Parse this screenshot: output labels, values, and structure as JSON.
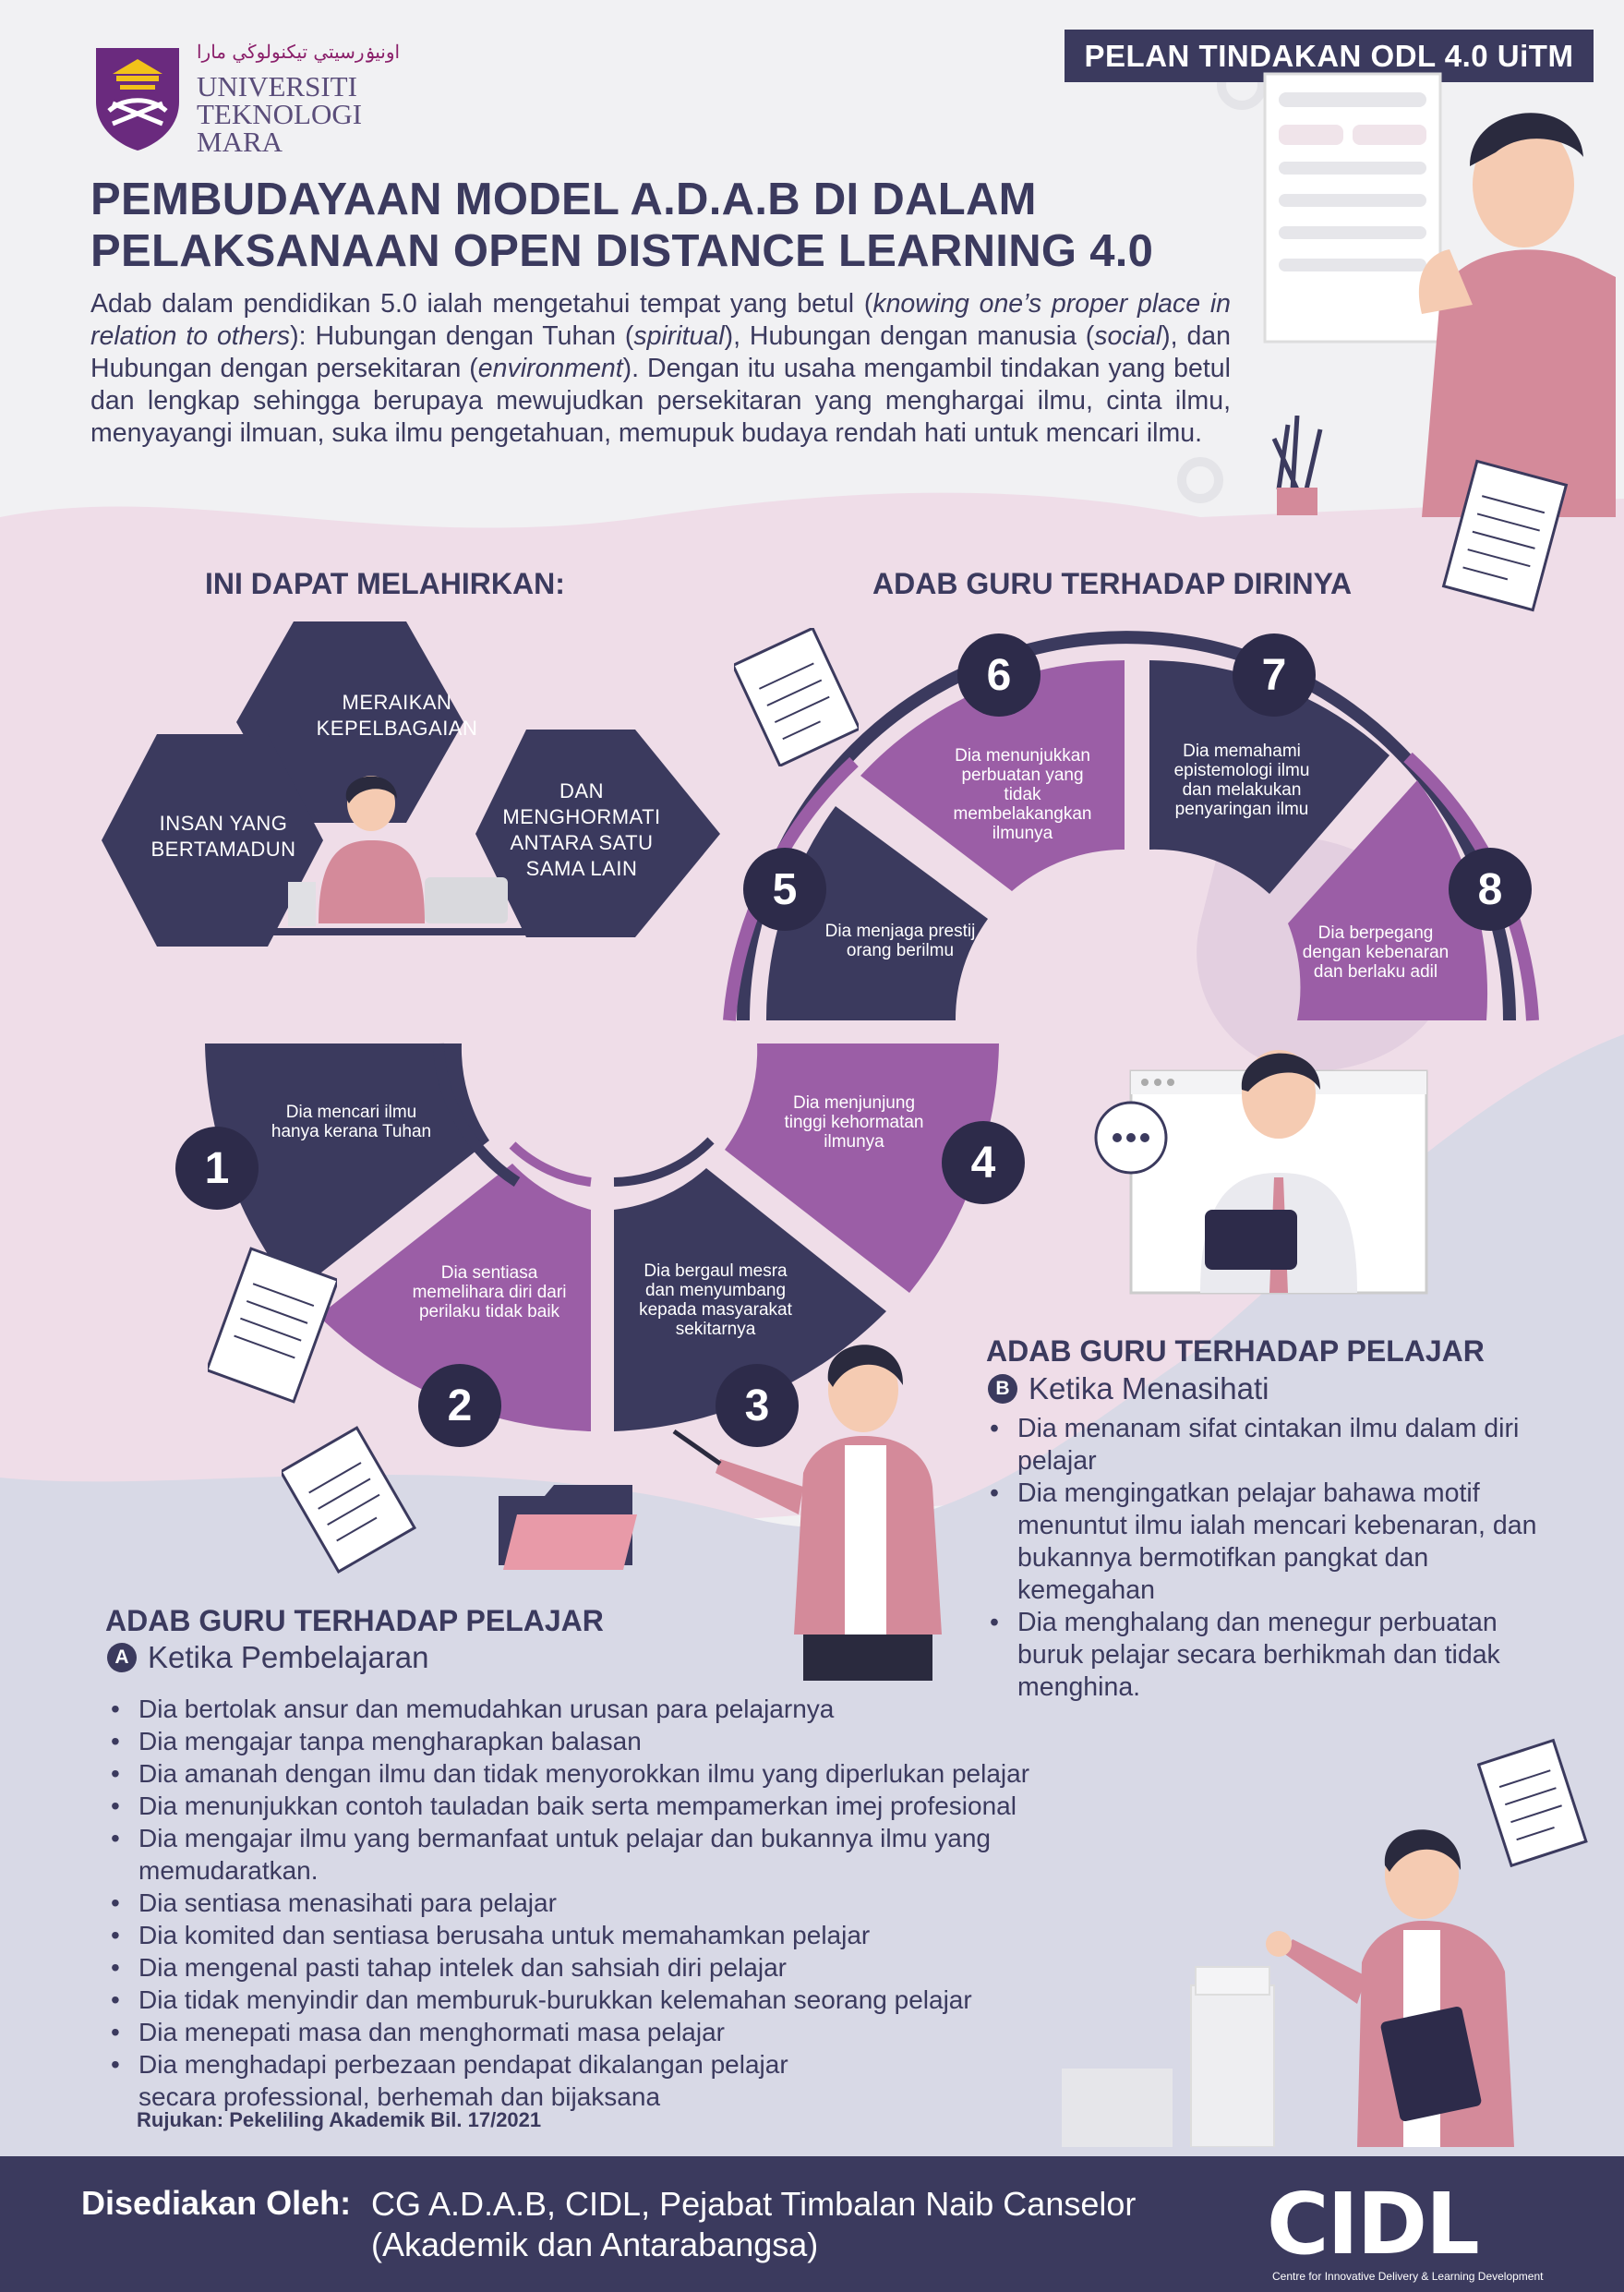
{
  "header": {
    "tag": "PELAN TINDAKAN ODL 4.0 UiTM",
    "logo_arabic": "اونيۏرسيتي تيكنولوڬي مارا",
    "logo_line1": "UNIVERSITI",
    "logo_line2": "TEKNOLOGI",
    "logo_line3": "MARA"
  },
  "title_line1": "PEMBUDAYAAN MODEL A.D.A.B DI DALAM",
  "title_line2": "PELAKSANAAN OPEN DISTANCE LEARNING 4.0",
  "intro": {
    "p1": "Adab dalam pendidikan 5.0 ialah mengetahui tempat yang betul (",
    "i1": "knowing one’s proper place in relation to others",
    "p2": "): Hubungan dengan Tuhan (",
    "i2": "spiritual",
    "p3": "), Hubungan dengan manusia (",
    "i3": "social",
    "p4": "), dan Hubungan dengan persekitaran (",
    "i4": "environment",
    "p5": "). Dengan itu usaha mengambil tindakan yang betul dan lengkap sehingga berupaya mewujudkan persekitaran yang menghargai ilmu, cinta ilmu, menyayangi ilmuan, suka ilmu pengetahuan, memupuk budaya rendah hati untuk mencari ilmu."
  },
  "outcomes": {
    "heading": "INI DAPAT MELAHIRKAN:",
    "hex1_line1": "MERAIKAN",
    "hex1_line2": "KEPELBAGAIAN",
    "hex2_line1": "INSAN YANG",
    "hex2_line2": "BERTAMADUN",
    "hex3_line1": "DAN",
    "hex3_line2": "MENGHORMATI",
    "hex3_line3": "ANTARA SATU",
    "hex3_line4": "SAMA LAIN"
  },
  "self": {
    "heading": "ADAB GURU TERHADAP DIRINYA",
    "items": [
      {
        "num": "1",
        "text": "Dia mencari ilmu hanya kerana Tuhan"
      },
      {
        "num": "2",
        "text": "Dia sentiasa memelihara diri dari perilaku tidak baik"
      },
      {
        "num": "3",
        "text": "Dia bergaul mesra dan menyumbang kepada masyarakat sekitarnya"
      },
      {
        "num": "4",
        "text": "Dia menjunjung tinggi kehormatan ilmunya"
      },
      {
        "num": "5",
        "text": "Dia menjaga prestij orang berilmu"
      },
      {
        "num": "6",
        "text": "Dia menunjukkan perbuatan yang tidak membelakangkan ilmunya"
      },
      {
        "num": "7",
        "text": "Dia memahami epistemologi ilmu dan melakukan penyaringan ilmu"
      },
      {
        "num": "8",
        "text": "Dia berpegang dengan kebenaran dan berlaku adil"
      }
    ]
  },
  "section_b": {
    "heading": "ADAB GURU TERHADAP PELAJAR",
    "badge": "B",
    "subheading": "Ketika Menasihati",
    "items": [
      "Dia menanam sifat cintakan ilmu dalam diri pelajar",
      "Dia mengingatkan pelajar bahawa motif menuntut ilmu ialah mencari kebenaran, dan bukannya bermotifkan pangkat dan kemegahan",
      "Dia menghalang dan menegur perbuatan buruk pelajar secara berhikmah dan tidak menghina."
    ]
  },
  "section_a": {
    "heading": "ADAB GURU TERHADAP PELAJAR",
    "badge": "A",
    "subheading": "Ketika Pembelajaran",
    "items": [
      "Dia bertolak ansur dan memudahkan urusan para pelajarnya",
      "Dia mengajar tanpa mengharapkan balasan",
      "Dia amanah dengan ilmu dan tidak menyorokkan ilmu yang diperlukan pelajar",
      "Dia menunjukkan contoh tauladan baik serta mempamerkan imej profesional",
      "Dia mengajar ilmu yang bermanfaat untuk pelajar dan bukannya ilmu yang memudaratkan.",
      "Dia sentiasa menasihati para pelajar",
      "Dia komited dan sentiasa berusaha untuk memahamkan pelajar",
      "Dia mengenal pasti tahap intelek dan sahsiah diri pelajar",
      "Dia tidak menyindir dan memburuk-burukkan kelemahan seorang pelajar",
      "Dia menepati masa dan menghormati masa pelajar",
      "Dia menghadapi perbezaan pendapat dikalangan pelajar secara professional, berhemah dan bijaksana"
    ]
  },
  "reference": "Rujukan: Pekeliling Akademik Bil. 17/2021",
  "footer": {
    "label": "Disediakan Oleh:",
    "line1": "CG A.D.A.B, CIDL, Pejabat Timbalan Naib Canselor",
    "line2": "(Akademik dan Antarabangsa)",
    "brand": "CIDL",
    "brand_sub": "Centre for Innovative Delivery & Learning Development"
  },
  "colors": {
    "navy": "#3b3a5e",
    "purple": "#9b5ea6",
    "pink_bg": "#efdde8",
    "lavender_bg": "#d8d9e6"
  }
}
